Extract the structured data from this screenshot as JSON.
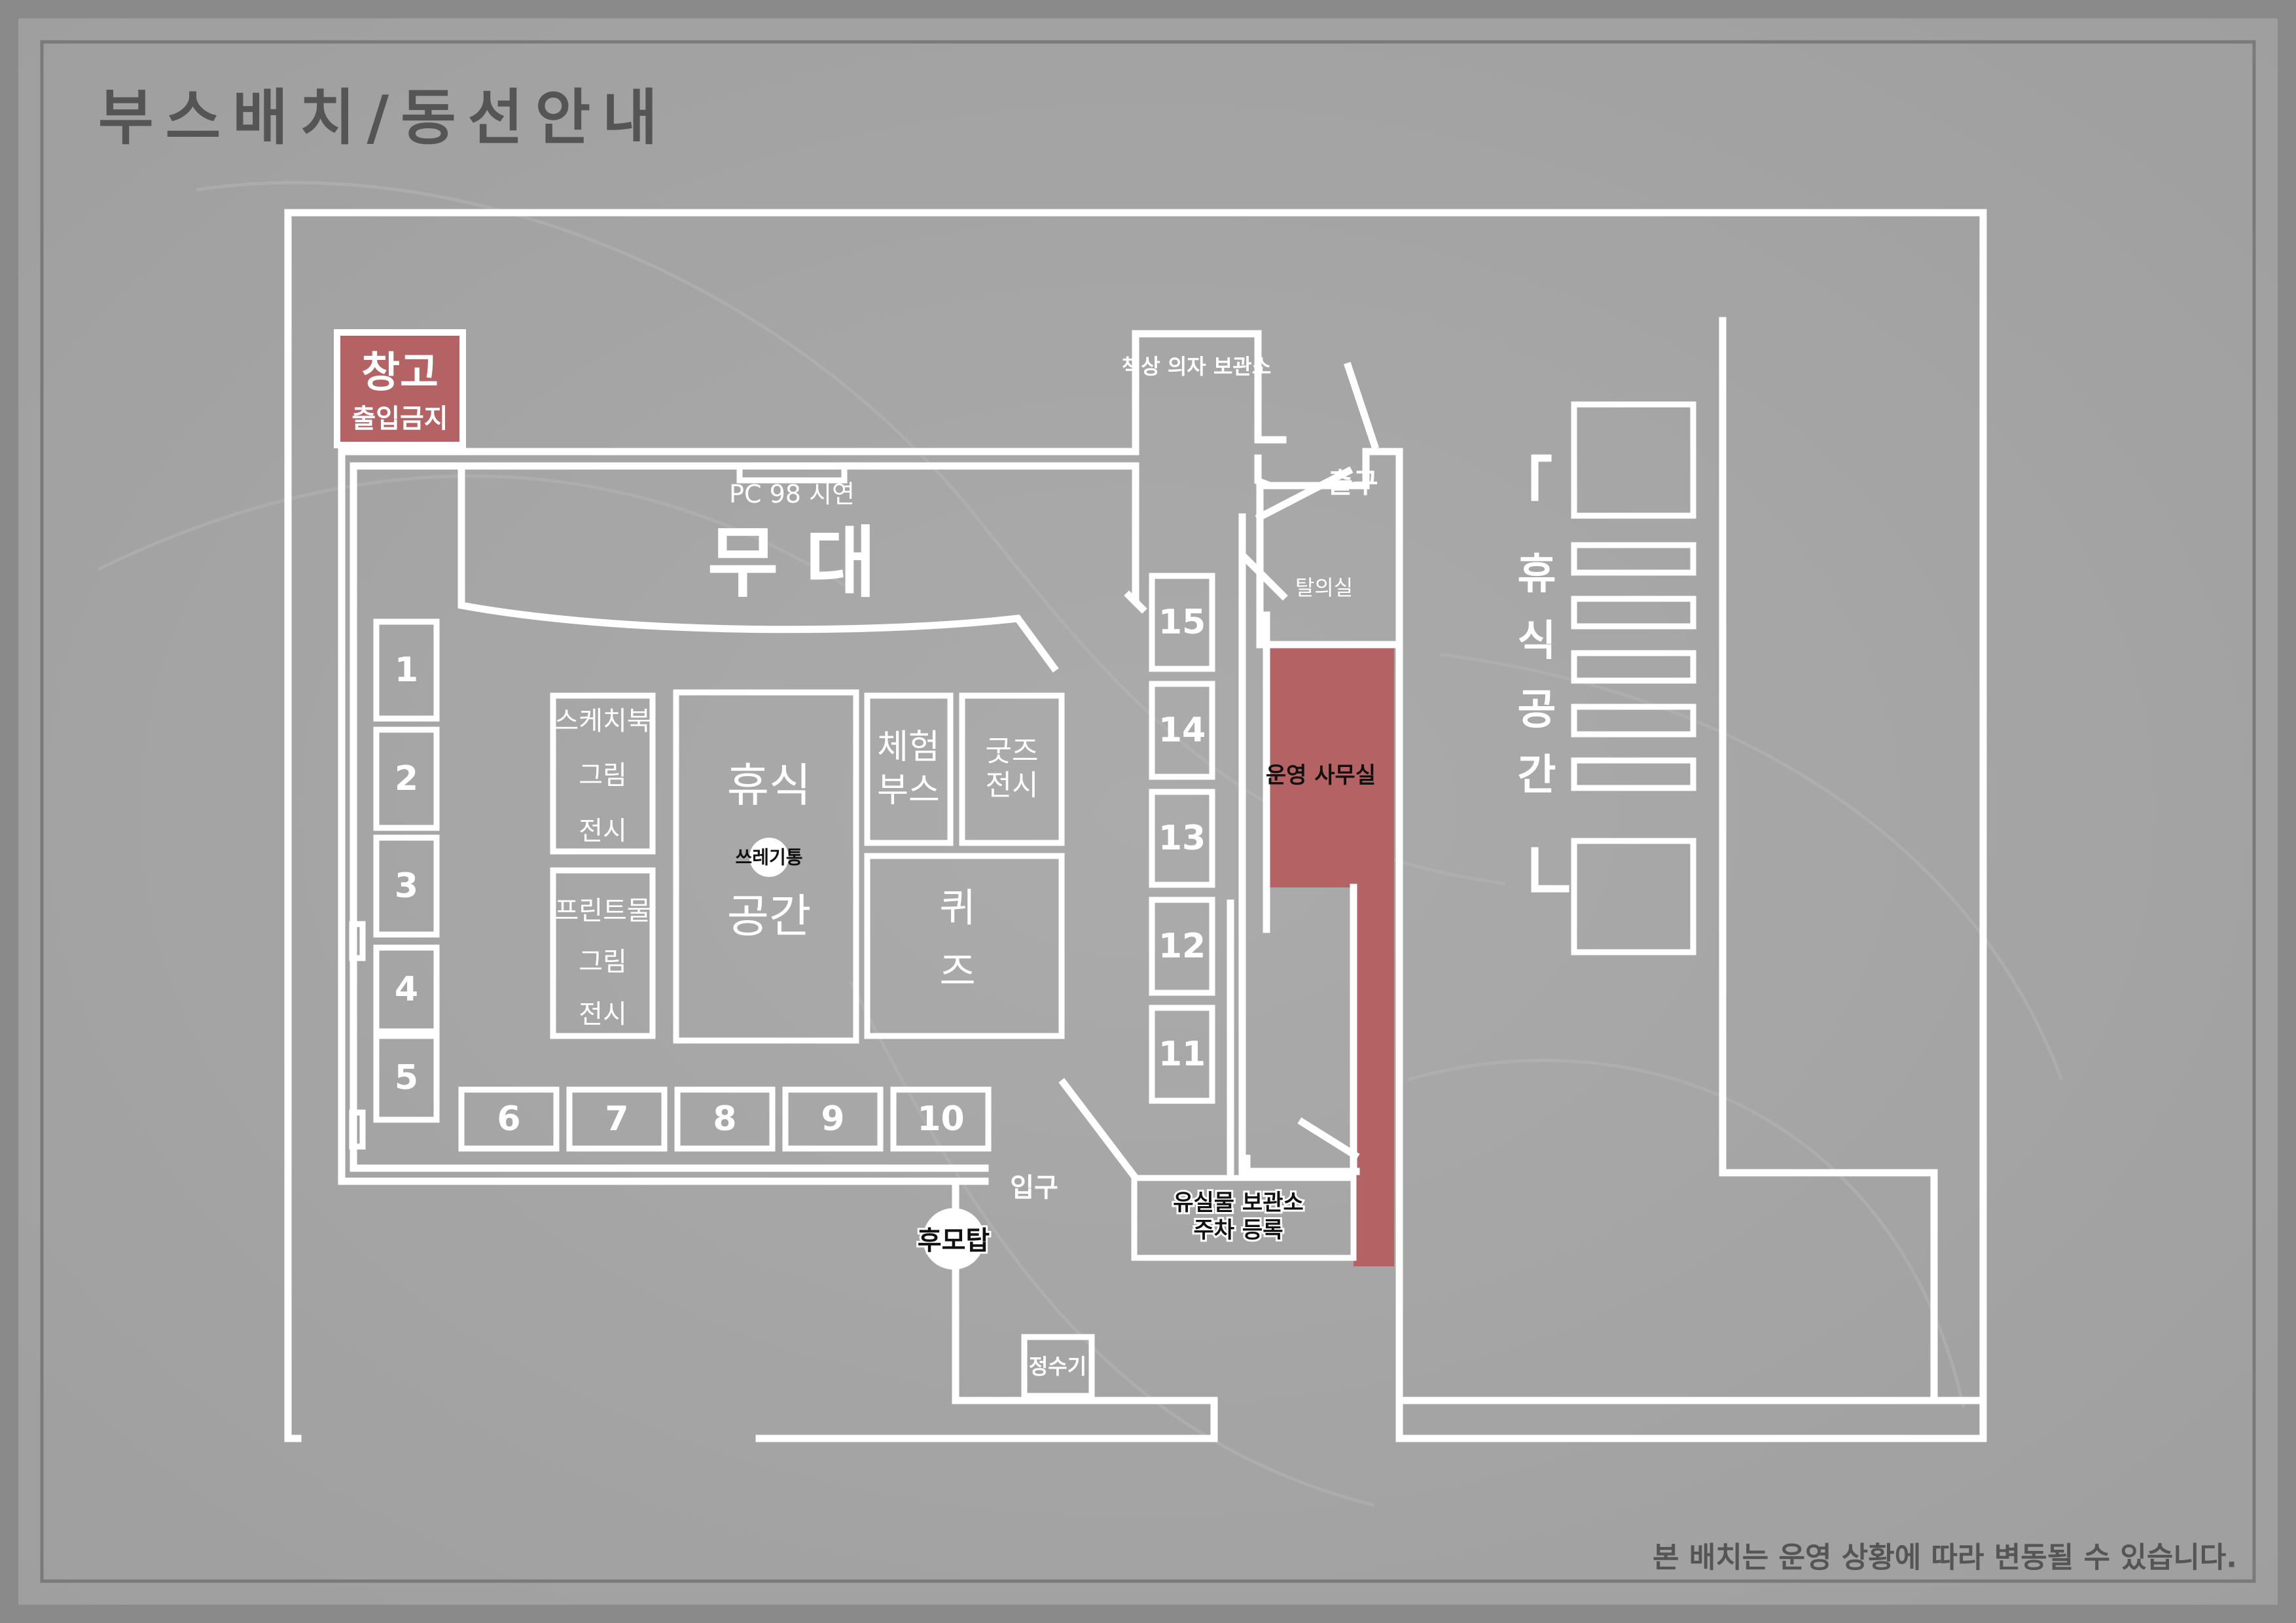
{
  "title": "부스배치/동선안내",
  "footer_note": "본 배치는 운영 상황에 따라 변동될 수 있습니다.",
  "colors": {
    "background": "#a4a4a4",
    "frame": "#7f7f7f",
    "walls": "#ffffff",
    "highlight": "#b46264",
    "title_text": "#555555"
  },
  "rooms": {
    "storage": {
      "title": "창고",
      "subtitle": "출입금지"
    },
    "stage": {
      "label": "무 대",
      "note": "PC 98 시연"
    },
    "desk_storage": "책상 의자 보관소",
    "exit": "출구",
    "changing_room": "탈의실",
    "office": "운영 사무실",
    "lost_found": [
      "유실물 보관소",
      "주차 등록"
    ],
    "entrance": "입구",
    "smoking_tower": "후모탑",
    "water": "정수기",
    "lounge_right": [
      "휴",
      "식",
      "공",
      "간"
    ]
  },
  "blocks": {
    "sketchbook": [
      "스케치북",
      "그림",
      "전시"
    ],
    "prints": [
      "프린트물",
      "그림",
      "전시"
    ],
    "rest_area": [
      "휴식",
      "공간"
    ],
    "trash": "쓰레기통",
    "experience": [
      "체험",
      "부스"
    ],
    "goods": [
      "굿즈",
      "전시"
    ],
    "quiz": [
      "퀴",
      "즈"
    ]
  },
  "booths": {
    "left_column": [
      "1",
      "2",
      "3",
      "4",
      "5"
    ],
    "bottom_row": [
      "6",
      "7",
      "8",
      "9",
      "10"
    ],
    "corridor": [
      "15",
      "14",
      "13",
      "12",
      "11"
    ]
  }
}
